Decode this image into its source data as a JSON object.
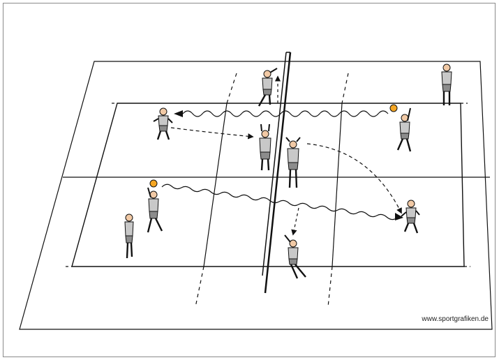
{
  "credit": "www.sportgrafiken.de",
  "colors": {
    "line": "#111111",
    "player_fill": "#c8c8c8",
    "skin": "#f1c9a5",
    "ball": "#f5a623"
  },
  "players": [
    {
      "role": "setter-left-back-area",
      "team": "left",
      "pose": "pass"
    },
    {
      "role": "blocker-left",
      "team": "left",
      "pose": "block"
    },
    {
      "role": "attacker-left-front",
      "team": "left",
      "pose": "serve"
    },
    {
      "role": "reserve-left",
      "team": "left",
      "pose": "stand"
    },
    {
      "role": "jumper-left",
      "team": "left",
      "pose": "jump"
    },
    {
      "role": "blocker-right",
      "team": "right",
      "pose": "block"
    },
    {
      "role": "server-right",
      "team": "right",
      "pose": "serve"
    },
    {
      "role": "receiver-right",
      "team": "right",
      "pose": "pass"
    },
    {
      "role": "jumper-right",
      "team": "right",
      "pose": "jump"
    },
    {
      "role": "coach",
      "team": "none",
      "pose": "stand"
    }
  ],
  "balls": [
    {
      "name": "ball-right-server"
    },
    {
      "name": "ball-left-attacker"
    }
  ]
}
